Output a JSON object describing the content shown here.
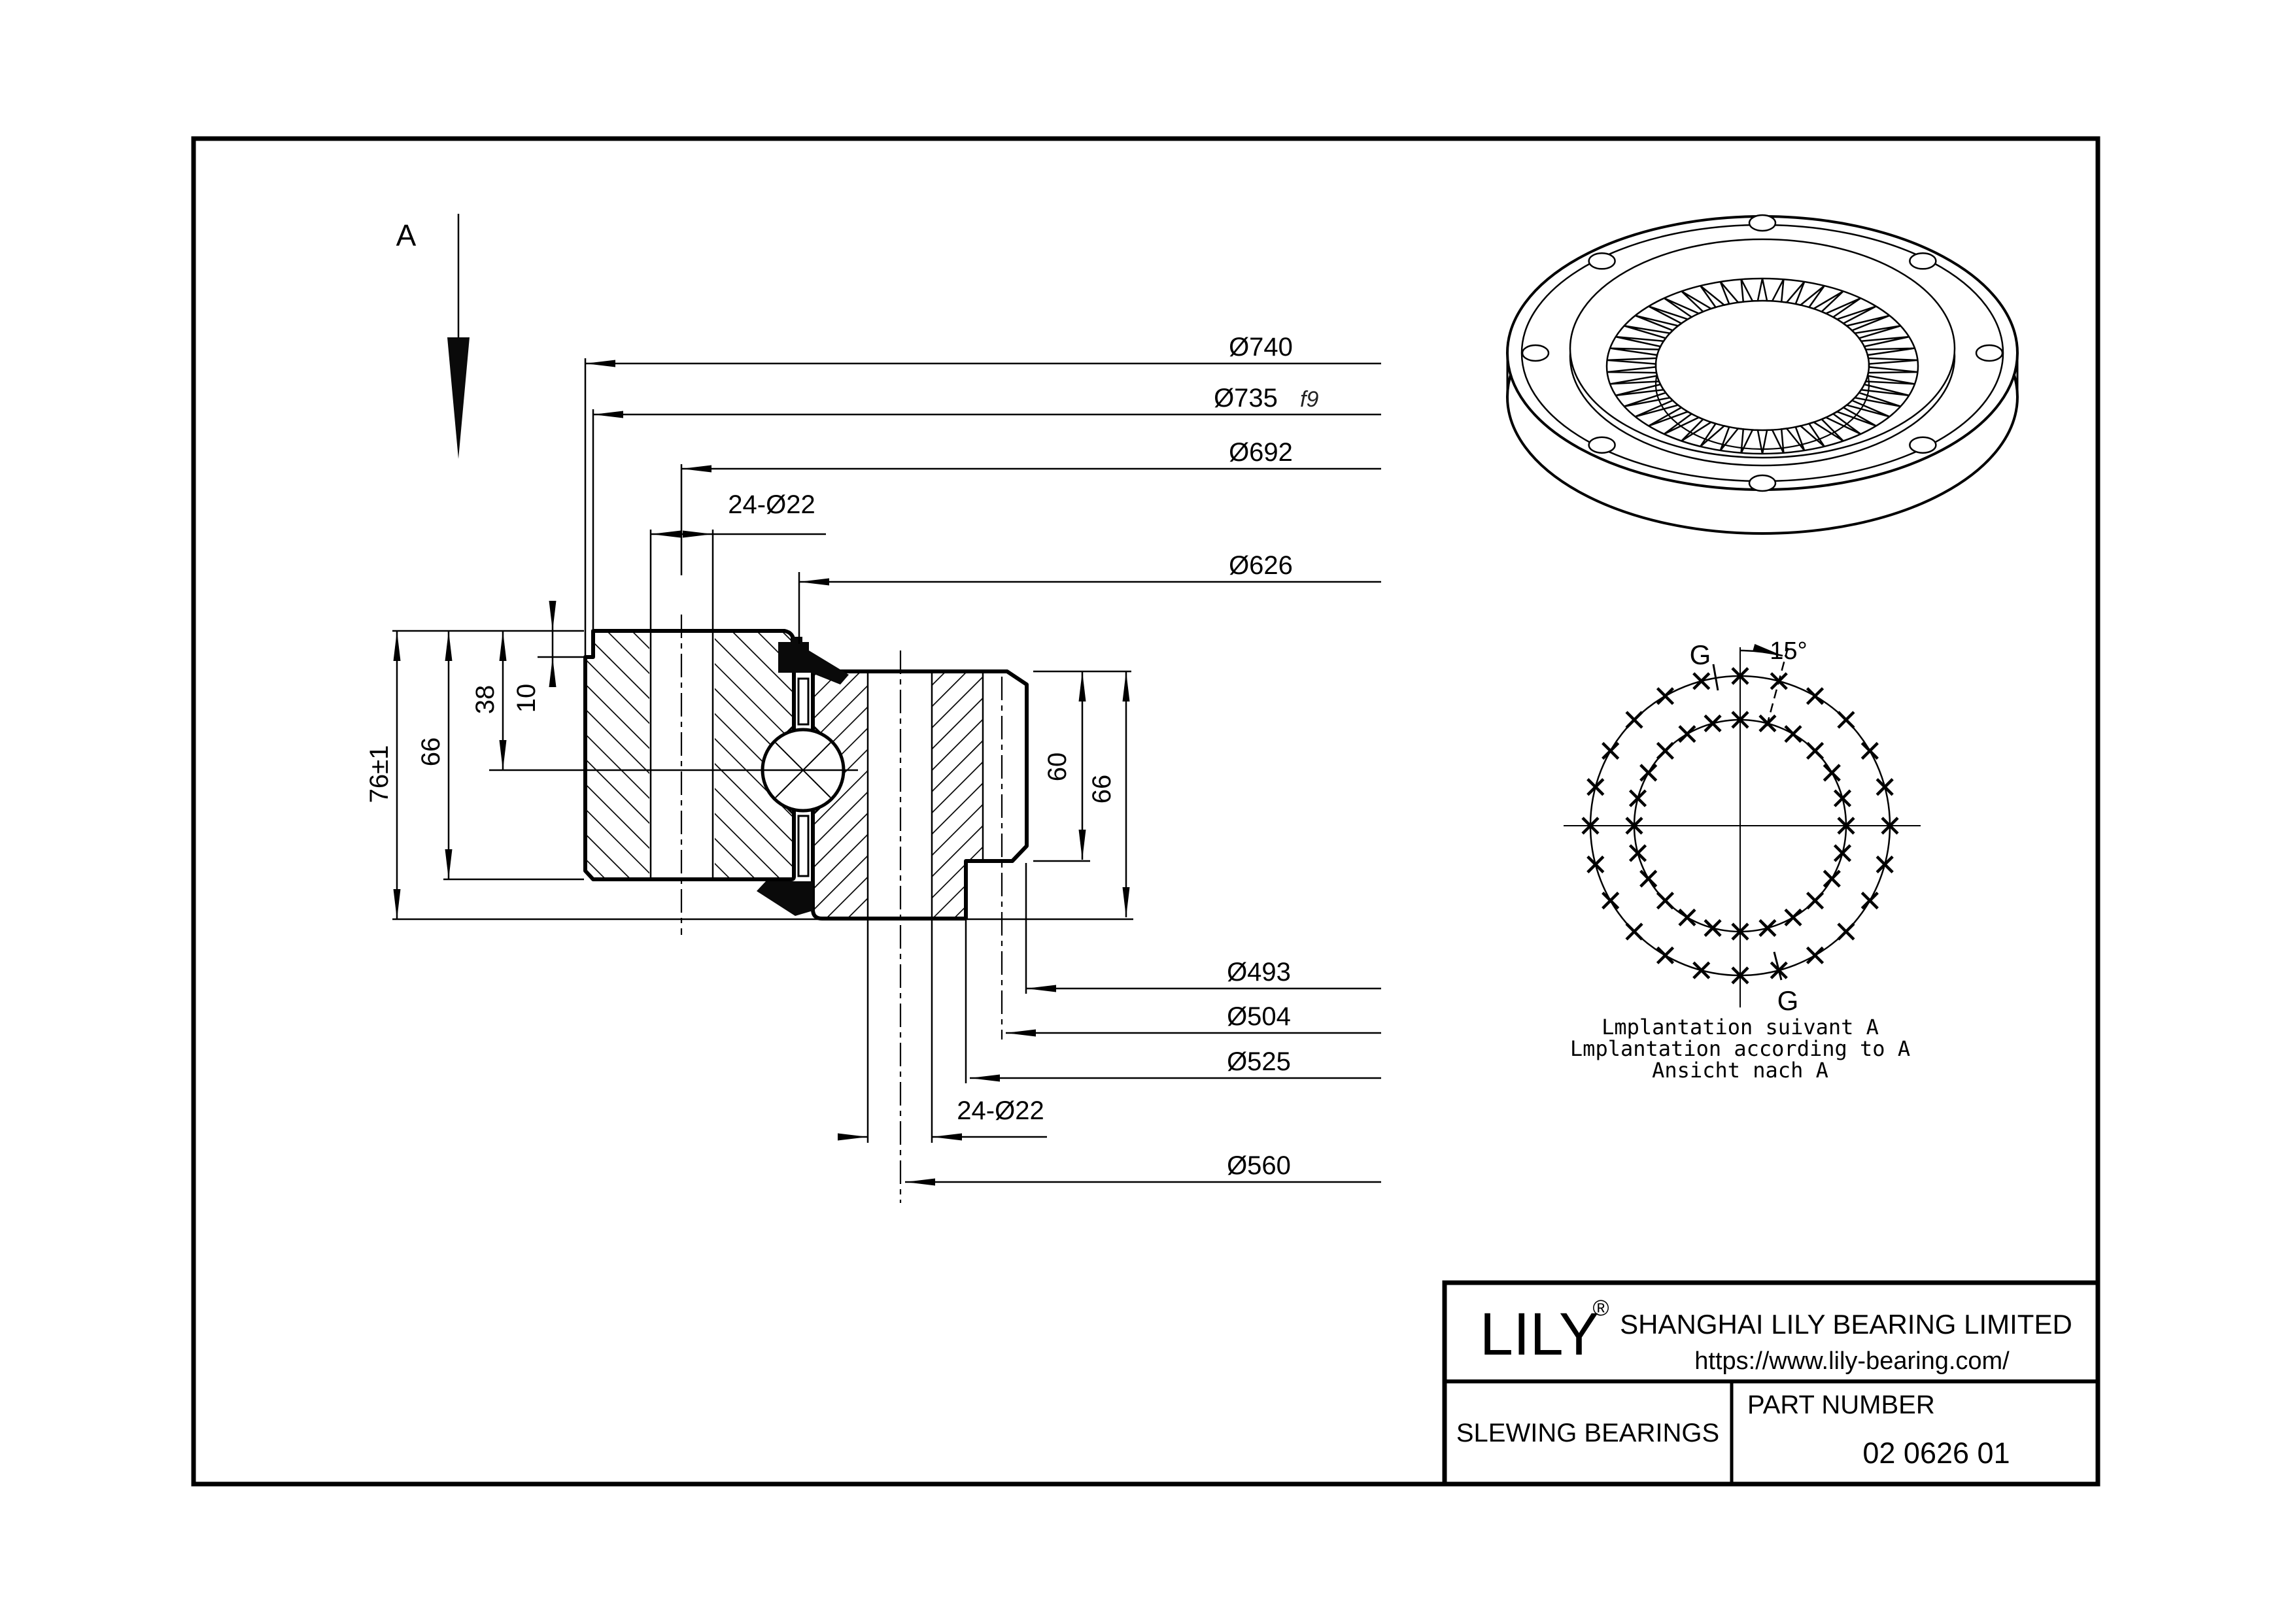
{
  "frame": {
    "view_label": "A"
  },
  "dimensions": {
    "top": {
      "d740": "Ø740",
      "d735": "Ø735",
      "d735_fit": "f9",
      "d692": "Ø692",
      "holes": "24-Ø22",
      "d626": "Ø626"
    },
    "bottom": {
      "d493": "Ø493",
      "d504": "Ø504",
      "d525": "Ø525",
      "holes": "24-Ø22",
      "d560": "Ø560"
    },
    "left": {
      "total": "76±1",
      "outer": "66",
      "to_center": "38",
      "step": "10"
    },
    "right": {
      "inner_step": "60",
      "inner": "66"
    }
  },
  "detail_view": {
    "angle": "15°",
    "section_mark_top": "G",
    "section_mark_bottom": "G",
    "captions": [
      "Lmplantation suivant A",
      "Lmplantation according to A",
      "Ansicht nach A"
    ]
  },
  "title_block": {
    "logo": "LILY",
    "registered": "®",
    "company": "SHANGHAI LILY BEARING LIMITED",
    "website": "https://www.lily-bearing.com/",
    "category": "SLEWING BEARINGS",
    "part_number_label": "PART  NUMBER",
    "part_number": "02 0626 01"
  }
}
